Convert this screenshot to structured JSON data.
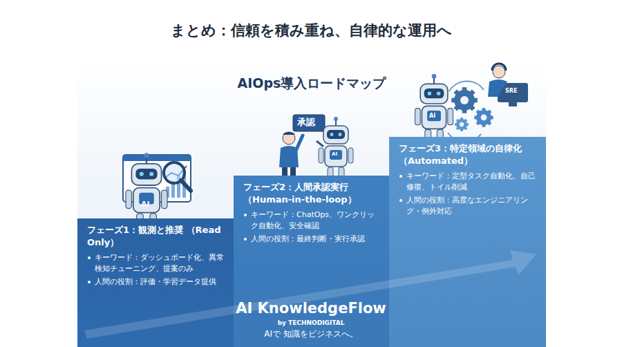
{
  "diagram": {
    "title": "まとめ：信頼を積み重ね、自律的な運用へ",
    "nodes": [
      {
        "text": [
          "AIOps導入ロードマップ"
        ]
      },
      {
        "text": [
          "フェーズ1：観測と推奨 （Read Only）",
          "キーワード：ダッシュボード化、異常検知チューニング、提案のみ",
          "人間の役割：評価・学習データ提供"
        ],
        "in": 0
      },
      {
        "text": [
          "フェーズ2：人間承認実行 （Human-in-the-loop）",
          "キーワード：ChatOps、ワンクリック自動化、安全確認",
          "人間の役割：最終判断・実行承認"
        ],
        "in": 0
      },
      {
        "text": [
          "フェーズ3：特定領域の自律化 （Automated）",
          "キーワード：定型タスク自動化、自己修復、トイル削減",
          "人間の役割：高度なエンジニアリング・例外対応"
        ],
        "in": 0
      }
    ],
    "labels": [
      "AI",
      "承認",
      "AI",
      "AI",
      "SRE",
      "AI KnowledgeFlow",
      "by TECHNODIGITAL",
      "AIで 知識をビジネスへ。"
    ]
  }
}
